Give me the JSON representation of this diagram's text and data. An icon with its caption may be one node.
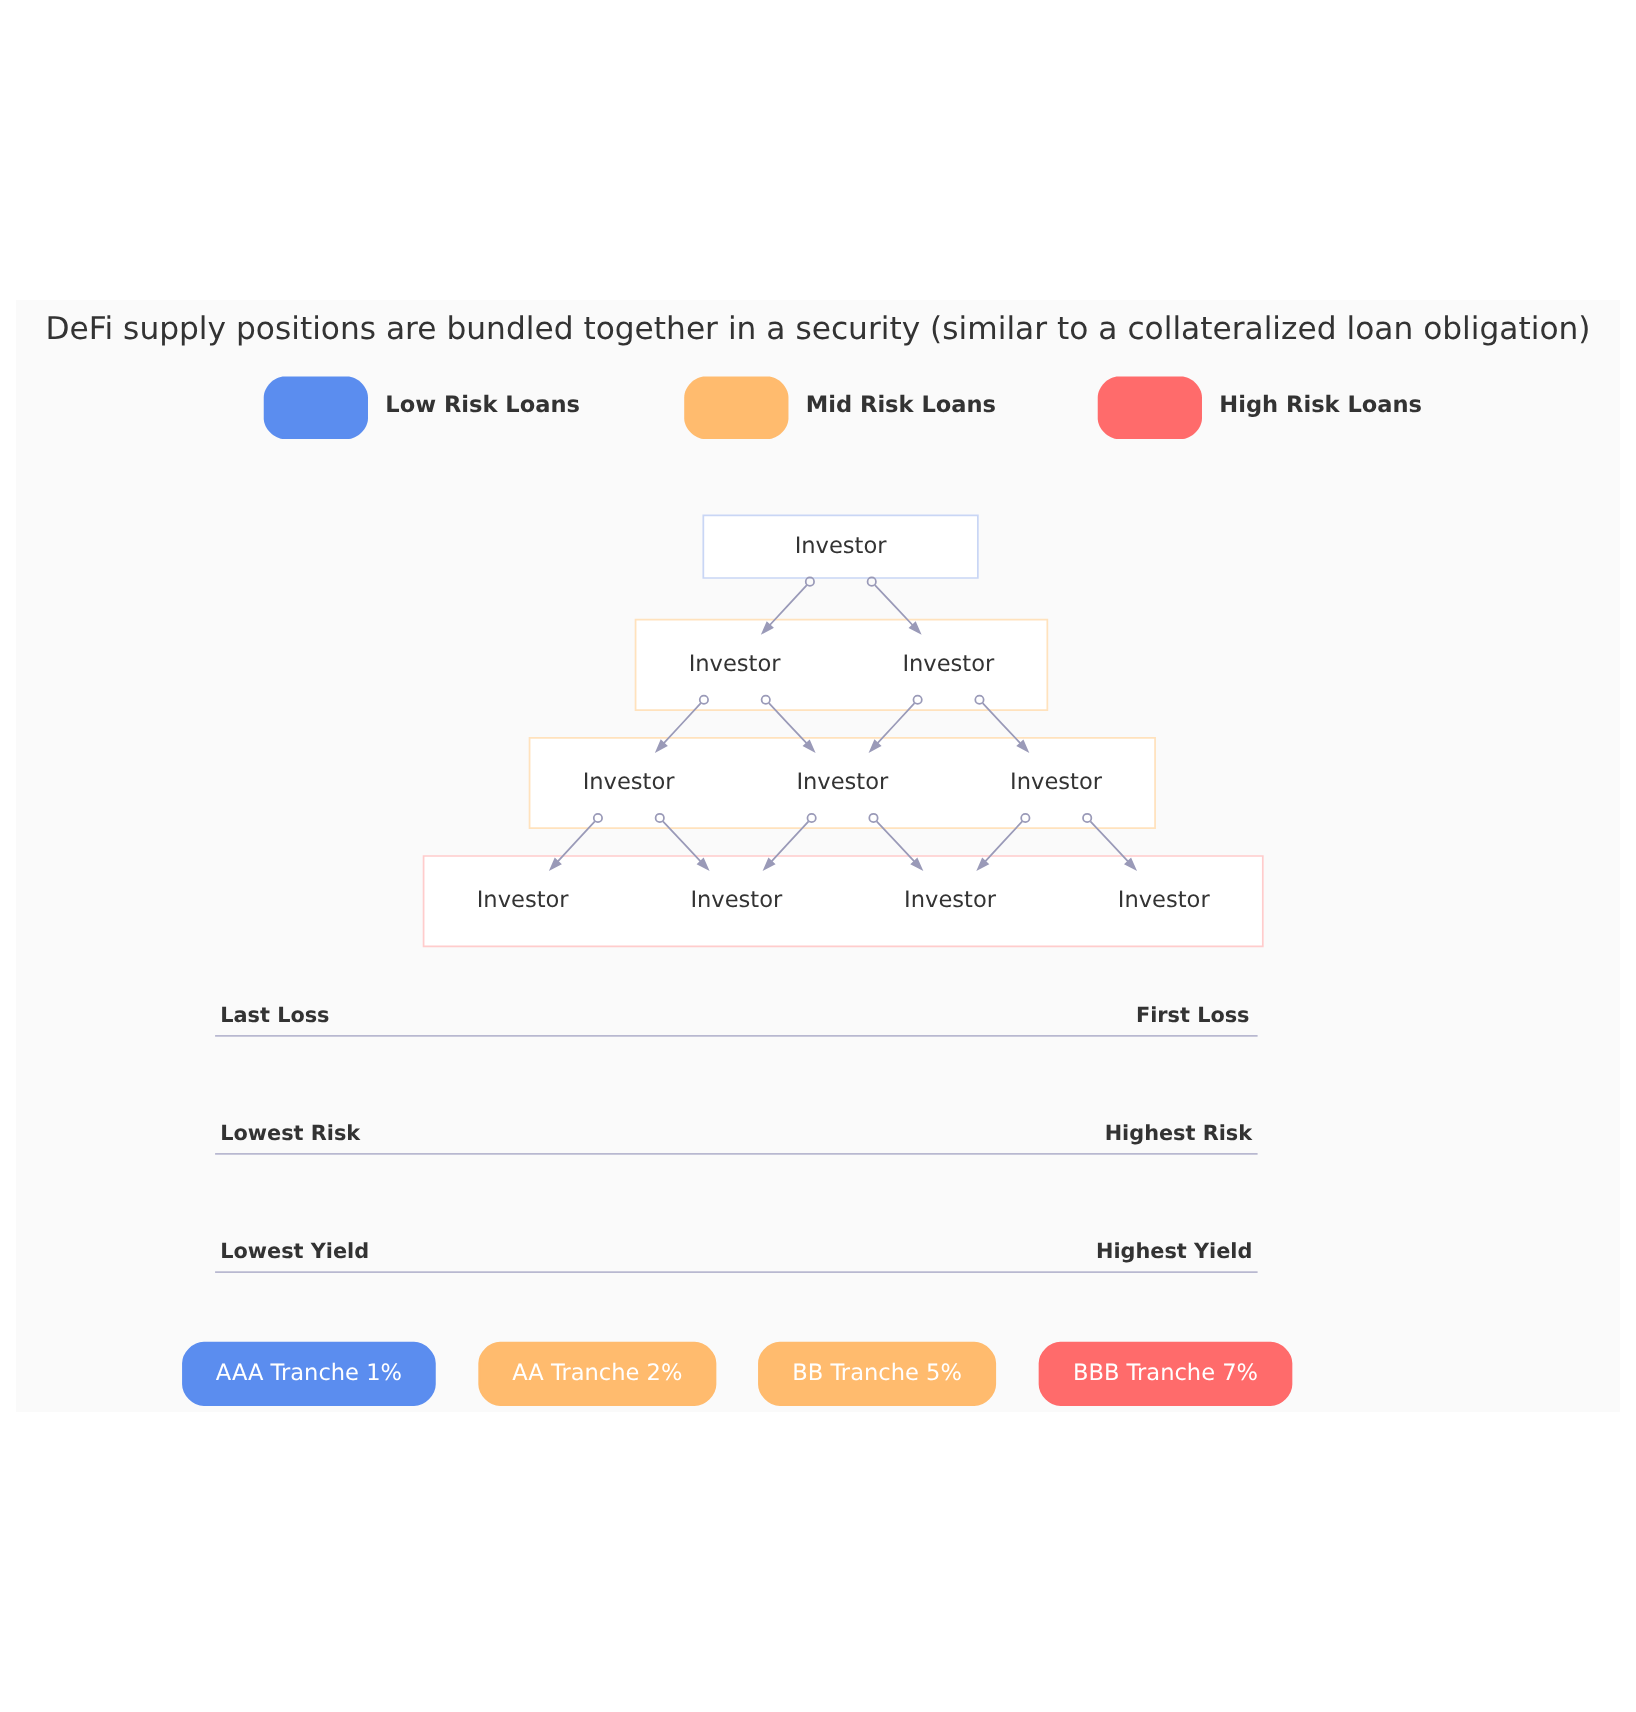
{
  "diagram": {
    "title": "DeFi supply positions are bundled together in a security (similar to a collateralized loan obligation)",
    "nodes": [
      {
        "text": [
          "Investor"
        ]
      },
      {
        "text": [],
        "shape": "box"
      },
      {
        "text": [
          "Investor"
        ],
        "in": 1
      },
      {
        "text": [
          "Investor"
        ],
        "in": 1
      },
      {
        "text": [],
        "shape": "box"
      },
      {
        "text": [
          "Investor"
        ],
        "in": 4
      },
      {
        "text": [
          "Investor"
        ],
        "in": 4
      },
      {
        "text": [
          "Investor"
        ],
        "in": 4
      },
      {
        "text": [],
        "shape": "box"
      },
      {
        "text": [
          "Investor"
        ],
        "in": 8
      },
      {
        "text": [
          "Investor"
        ],
        "in": 8
      },
      {
        "text": [
          "Investor"
        ],
        "in": 8
      },
      {
        "text": [
          "Investor"
        ],
        "in": 8
      },
      {
        "text": [
          "AAA Tranche 1%"
        ]
      },
      {
        "text": [
          "AA Tranche 2%"
        ]
      },
      {
        "text": [
          "BB Tranche 5%"
        ]
      },
      {
        "text": [
          "BBB Tranche 7%"
        ]
      }
    ],
    "edges": [
      {
        "from": 0,
        "to": 2,
        "arrow": "to"
      },
      {
        "from": 0,
        "to": 3,
        "arrow": "to"
      },
      {
        "from": 2,
        "to": 5,
        "arrow": "to"
      },
      {
        "from": 2,
        "to": 6,
        "arrow": "to"
      },
      {
        "from": 3,
        "to": 6,
        "arrow": "to"
      },
      {
        "from": 3,
        "to": 7,
        "arrow": "to"
      },
      {
        "from": 5,
        "to": 9,
        "arrow": "to"
      },
      {
        "from": 5,
        "to": 10,
        "arrow": "to"
      },
      {
        "from": 6,
        "to": 10,
        "arrow": "to"
      },
      {
        "from": 6,
        "to": 11,
        "arrow": "to"
      },
      {
        "from": 7,
        "to": 11,
        "arrow": "to"
      },
      {
        "from": 7,
        "to": 12,
        "arrow": "to"
      }
    ],
    "labels": [
      "Last Loss",
      "First Loss",
      "Lowest Risk",
      "Highest Risk",
      "Lowest Yield",
      "Highest Yield"
    ],
    "legend": [
      {
        "text": "Low Risk Loans",
        "color": "#5b8def"
      },
      {
        "text": "Mid Risk Loans",
        "color": "#ffbb6e"
      },
      {
        "text": "High Risk Loans",
        "color": "#ff6b6b"
      }
    ]
  }
}
